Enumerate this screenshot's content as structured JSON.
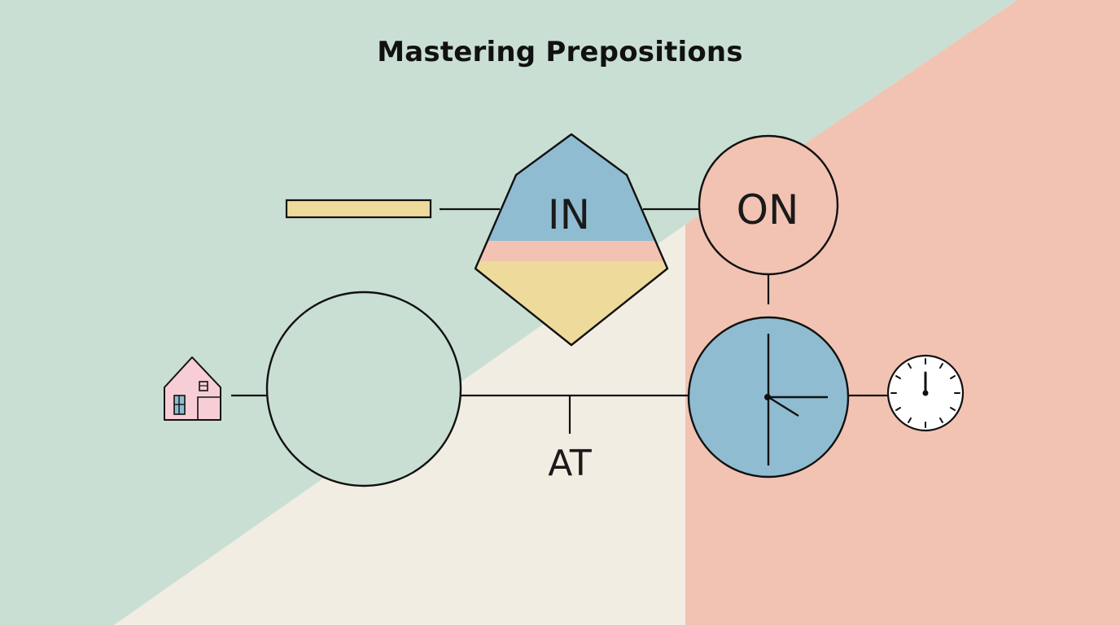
{
  "title": "Mastering Prepositions",
  "labels": {
    "in": "IN",
    "on": "ON",
    "at": "AT"
  },
  "icons": {
    "house": "house-icon",
    "clock": "clock-icon"
  },
  "colors": {
    "mint": "#c9dfd3",
    "cream": "#f2ede3",
    "peach": "#f2c3b2",
    "blue": "#8fbcd0",
    "yellow": "#eedb9c",
    "pink": "#f7cdd6",
    "ink": "#111111"
  }
}
